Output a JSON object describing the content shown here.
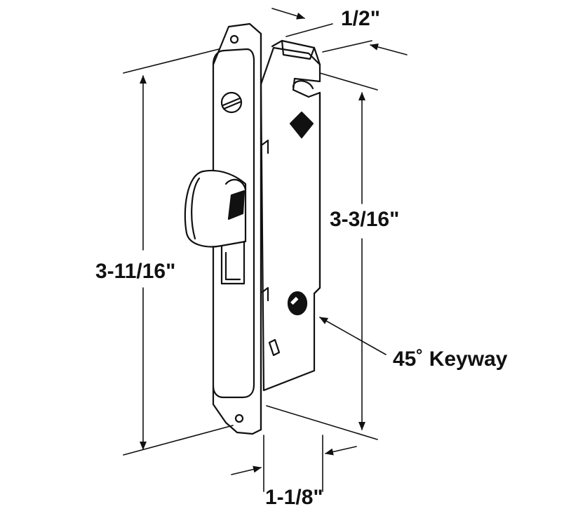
{
  "diagram": {
    "dimensions": {
      "width_top": "1/2\"",
      "inner_height": "3-3/16\"",
      "overall_height": "3-11/16\"",
      "depth": "1-1/8\""
    },
    "callout": {
      "keyway_label": "45˚ Keyway"
    }
  }
}
